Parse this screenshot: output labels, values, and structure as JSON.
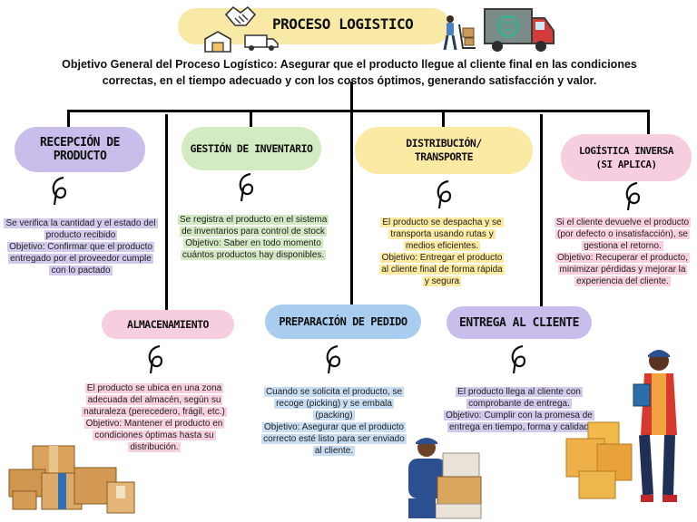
{
  "title": "PROCESO LOGISTICO",
  "objective": "Objetivo General del Proceso Logístico: Asegurar que el producto llegue al cliente final en las condiciones correctas, en el tiempo adecuado y con los costos óptimos, generando satisfacción y valor.",
  "colors": {
    "purple": "#c9bdeb",
    "green": "#d3ebc3",
    "yellow": "#fbeaa3",
    "pink": "#f7cde0",
    "blue": "#a9cdef",
    "title": "#f8e9a6"
  },
  "stages": {
    "recepcion": {
      "title": "RECEPCIÓN DE PRODUCTO",
      "description": "Se verifica la cantidad y el estado del producto recibido",
      "objective": "Objetivo: Confirmar que el producto entregado por el proveedor cumple con lo pactado"
    },
    "inventario": {
      "title": "GESTIÓN DE INVENTARIO",
      "description": "Se registra el producto en el sistema de inventarios para control de stock",
      "objective": "Objetivo: Saber en todo momento cuántos productos hay disponibles."
    },
    "distribucion": {
      "title": "DISTRIBUCIÓN/ TRANSPORTE",
      "description": "El producto se despacha y se transporta usando rutas y medios eficientes.",
      "objective": "Objetivo: Entregar el producto al cliente final de forma rápida y segura"
    },
    "inversa": {
      "title": "LOGÍSTICA INVERSA (SI APLICA)",
      "description": "Si el cliente devuelve el producto (por defecto o insatisfacción), se gestiona el retorno.",
      "objective": "Objetivo: Recuperar el producto, minimizar pérdidas y mejorar la experiencia del cliente."
    },
    "almacenamiento": {
      "title": "ALMACENAMIENTO",
      "description": "El producto se ubica en una zona adecuada del almacén, según su naturaleza (perecedero, frágil, etc.)",
      "objective": "Objetivo: Mantener el producto en condiciones óptimas hasta su distribución."
    },
    "preparacion": {
      "title": "PREPARACIÓN DE PEDIDO",
      "description": "Cuando se solicita el producto, se recoge (picking) y se embala (packing)",
      "objective": "Objetivo: Asegurar que el producto correcto esté listo para ser enviado al cliente."
    },
    "entrega": {
      "title": "ENTREGA AL CLIENTE",
      "description": "El producto llega al cliente con comprobante de entrega.",
      "objective": "Objetivo: Cumplir con la promesa de entrega en tiempo, forma y calidad"
    }
  },
  "icons": [
    "handshake-icon",
    "warehouse-icon",
    "delivery-van-icon",
    "worker-dolly-icon",
    "truck-icon",
    "boxes-icon",
    "courier-icon",
    "delivery-man-icon",
    "loop-arrow-icon"
  ]
}
